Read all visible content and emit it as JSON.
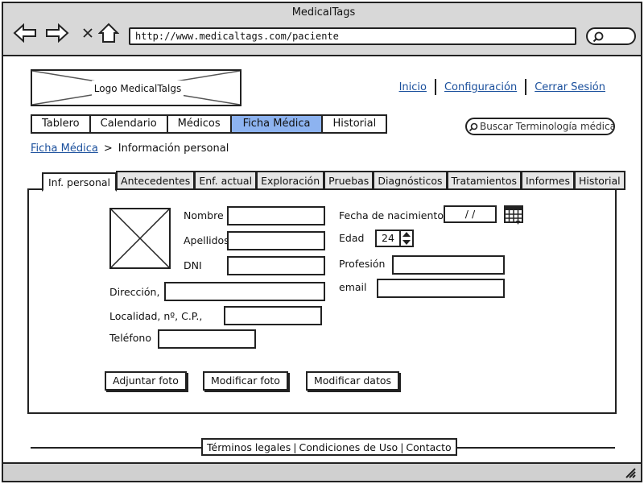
{
  "window": {
    "title": "MedicalTags"
  },
  "browser": {
    "url": "http://www.medicaltags.com/paciente",
    "icons": [
      "back-arrow-icon",
      "forward-arrow-icon",
      "close-icon",
      "home-icon",
      "search-icon"
    ]
  },
  "header": {
    "logo_label": "Logo MedicalTalgs",
    "links": [
      "Inicio",
      "Configuración",
      "Cerrar Sesión"
    ]
  },
  "menu": {
    "items": [
      "Tablero",
      "Calendario",
      "Médicos",
      "Ficha Médica",
      "Historial"
    ],
    "active": "Ficha Médica"
  },
  "search": {
    "placeholder": "Buscar Terminología médica"
  },
  "breadcrumb": {
    "parent": "Ficha Médica",
    "separator": ">",
    "current": "Información personal"
  },
  "tabs": {
    "items": [
      "Inf. personal",
      "Antecedentes",
      "Enf. actual",
      "Exploración",
      "Pruebas",
      "Diagnósticos",
      "Tratamientos",
      "Informes",
      "Historial"
    ],
    "active": "Inf. personal"
  },
  "form": {
    "labels": {
      "nombre": "Nombre",
      "apellidos": "Apellidos",
      "dni": "DNI",
      "direccion": "Dirección,",
      "localidad": "Localidad, nº, C.P.,",
      "telefono": "Teléfono",
      "fecha_nacimiento": "Fecha de nacimiento",
      "edad": "Edad",
      "profesion": "Profesión",
      "email": "email"
    },
    "values": {
      "fecha_nacimiento": " / / ",
      "edad": "24"
    }
  },
  "buttons": {
    "adjuntar_foto": "Adjuntar foto",
    "modificar_foto": "Modificar foto",
    "modificar_datos": "Modificar datos"
  },
  "footer": {
    "links": [
      "Términos legales",
      "Condiciones de Uso",
      "Contacto"
    ],
    "separator": "|"
  },
  "colors": {
    "active_menu": "#8db3f0",
    "link": "#1a4f9c",
    "chrome": "#d8d8d8"
  }
}
